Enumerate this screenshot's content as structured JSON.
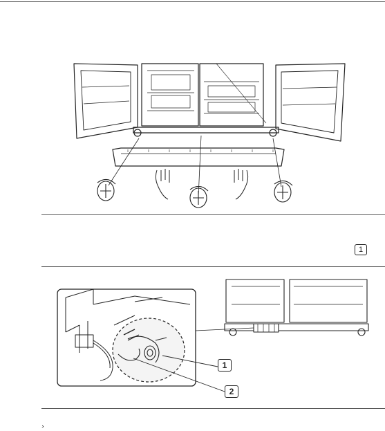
{
  "callouts": {
    "inline_step": "1",
    "label_1": "1",
    "label_2": "2"
  },
  "footer": {
    "mark": "¸"
  }
}
